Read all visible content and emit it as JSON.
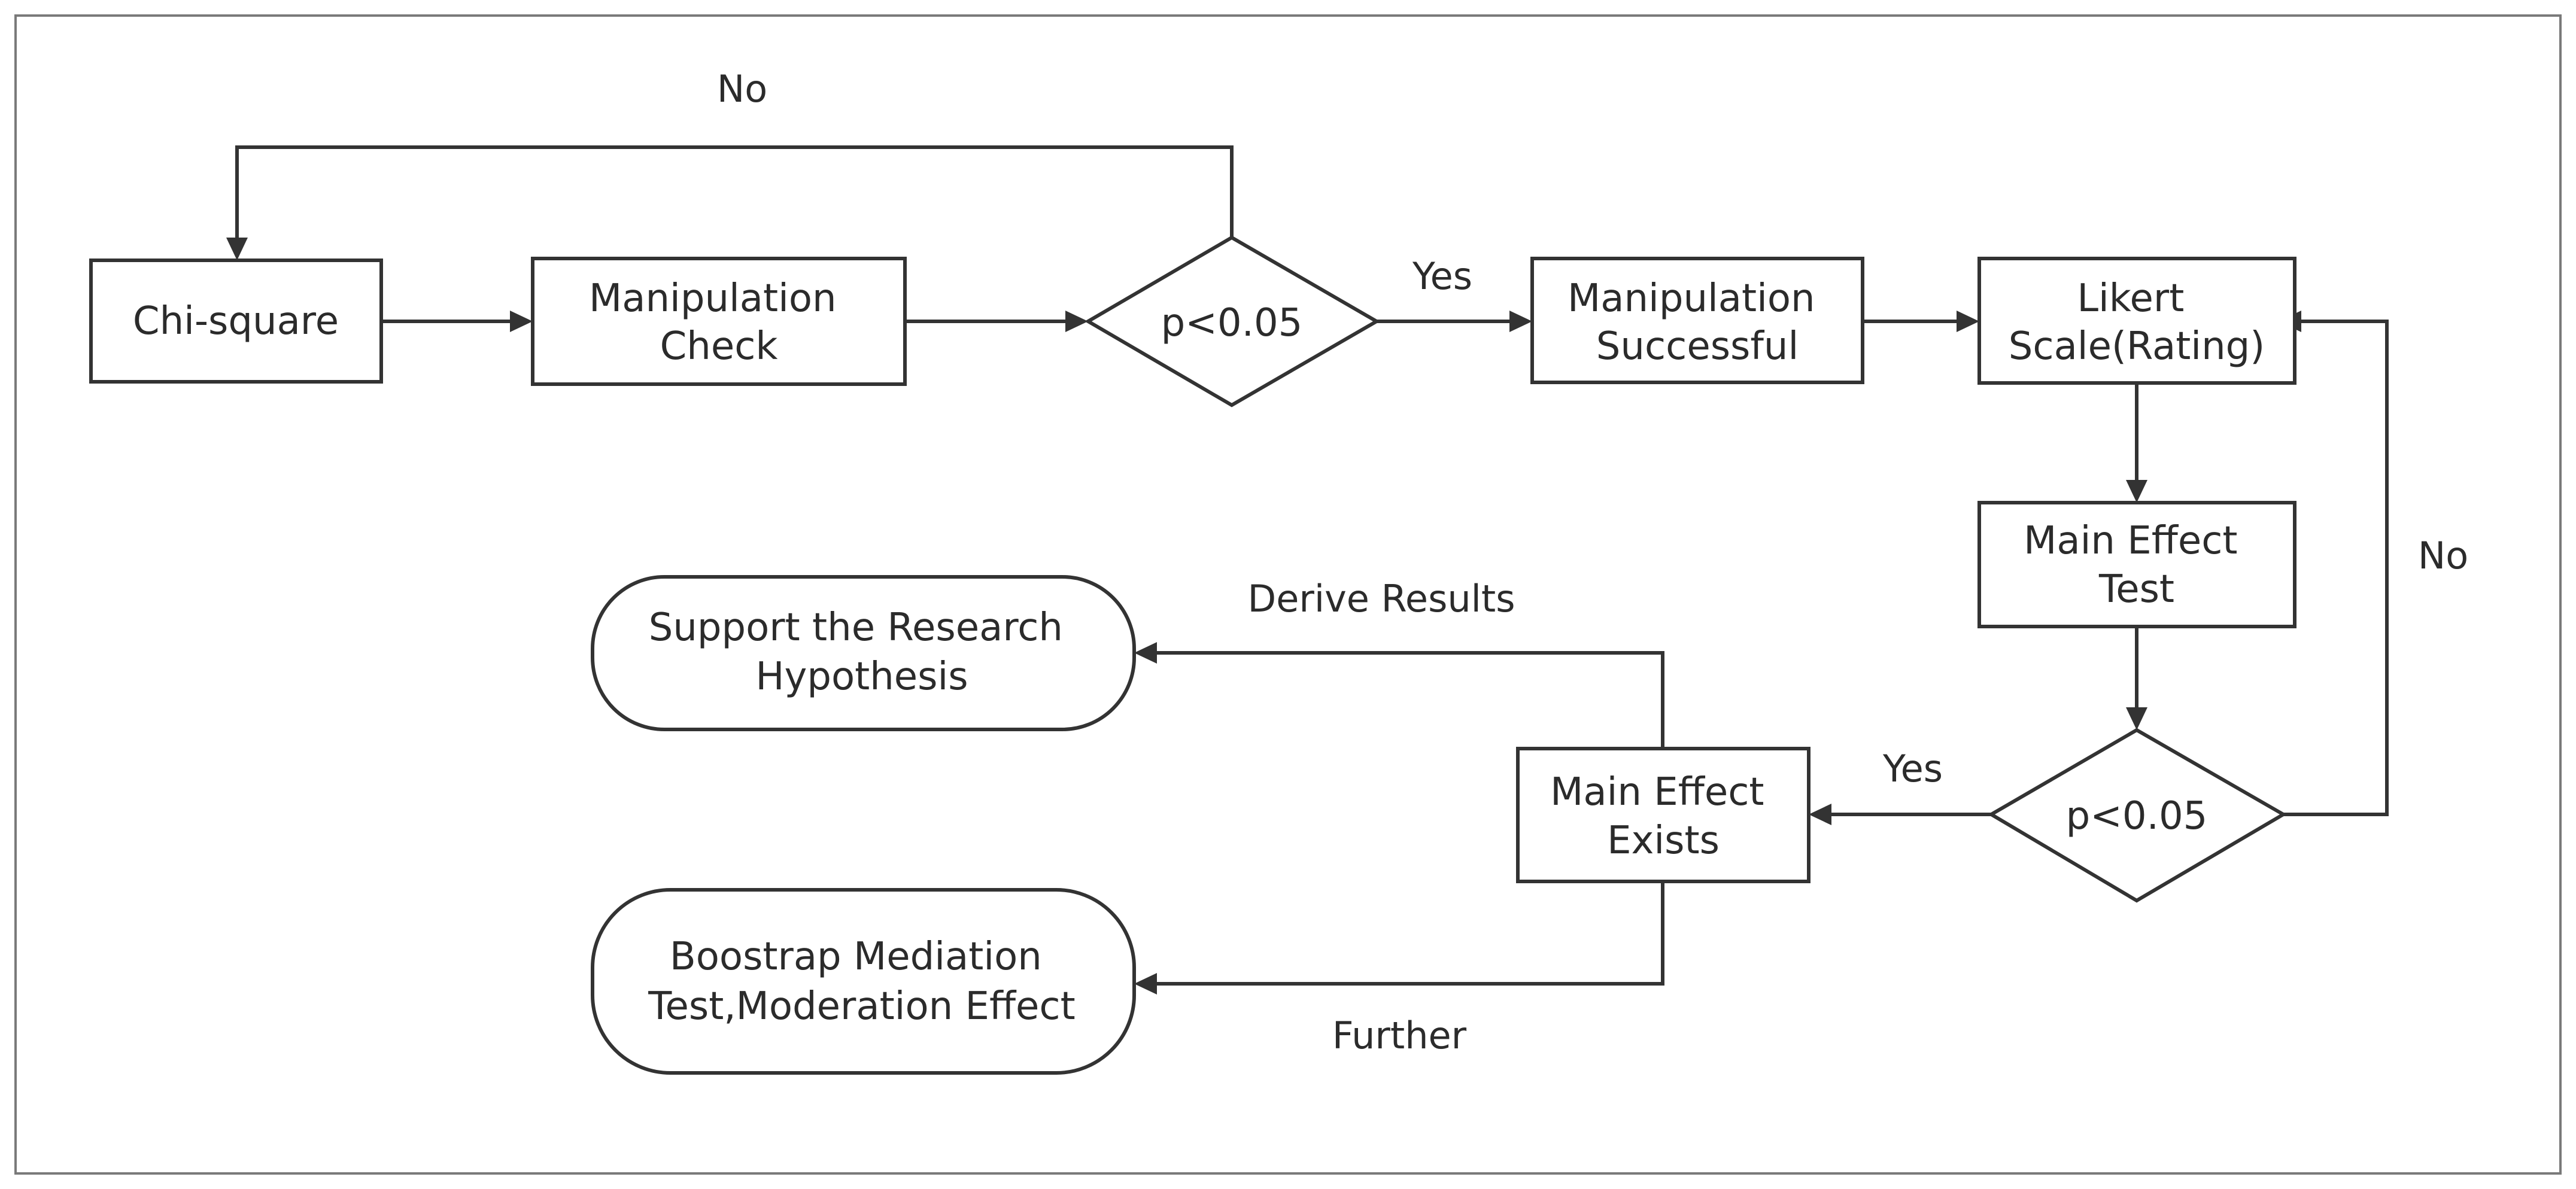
{
  "diagram": {
    "nodes": {
      "chi_square": {
        "lines": [
          "Chi-square"
        ]
      },
      "manipulation_check": {
        "lines": [
          "Manipulation",
          "Check"
        ]
      },
      "decision_1": {
        "lines": [
          "p<0.05"
        ]
      },
      "manipulation_successful": {
        "lines": [
          "Manipulation",
          "Successful"
        ]
      },
      "likert_scale": {
        "lines": [
          "Likert",
          "Scale(Rating)"
        ]
      },
      "main_effect_test": {
        "lines": [
          "Main Effect",
          "Test"
        ]
      },
      "decision_2": {
        "lines": [
          "p<0.05"
        ]
      },
      "main_effect_exists": {
        "lines": [
          "Main Effect",
          "Exists"
        ]
      },
      "support_hypothesis": {
        "lines": [
          "Support the Research",
          "Hypothesis"
        ]
      },
      "bootstrap_mediation": {
        "lines": [
          "Boostrap Mediation",
          "Test,Moderation Effect"
        ]
      }
    },
    "edge_labels": {
      "no_top": "No",
      "yes_1": "Yes",
      "no_right": "No",
      "yes_2": "Yes",
      "derive_results": "Derive Results",
      "further": "Further"
    },
    "colors": {
      "stroke": "#333333",
      "text": "#2b2b2b",
      "background": "#ffffff"
    }
  }
}
